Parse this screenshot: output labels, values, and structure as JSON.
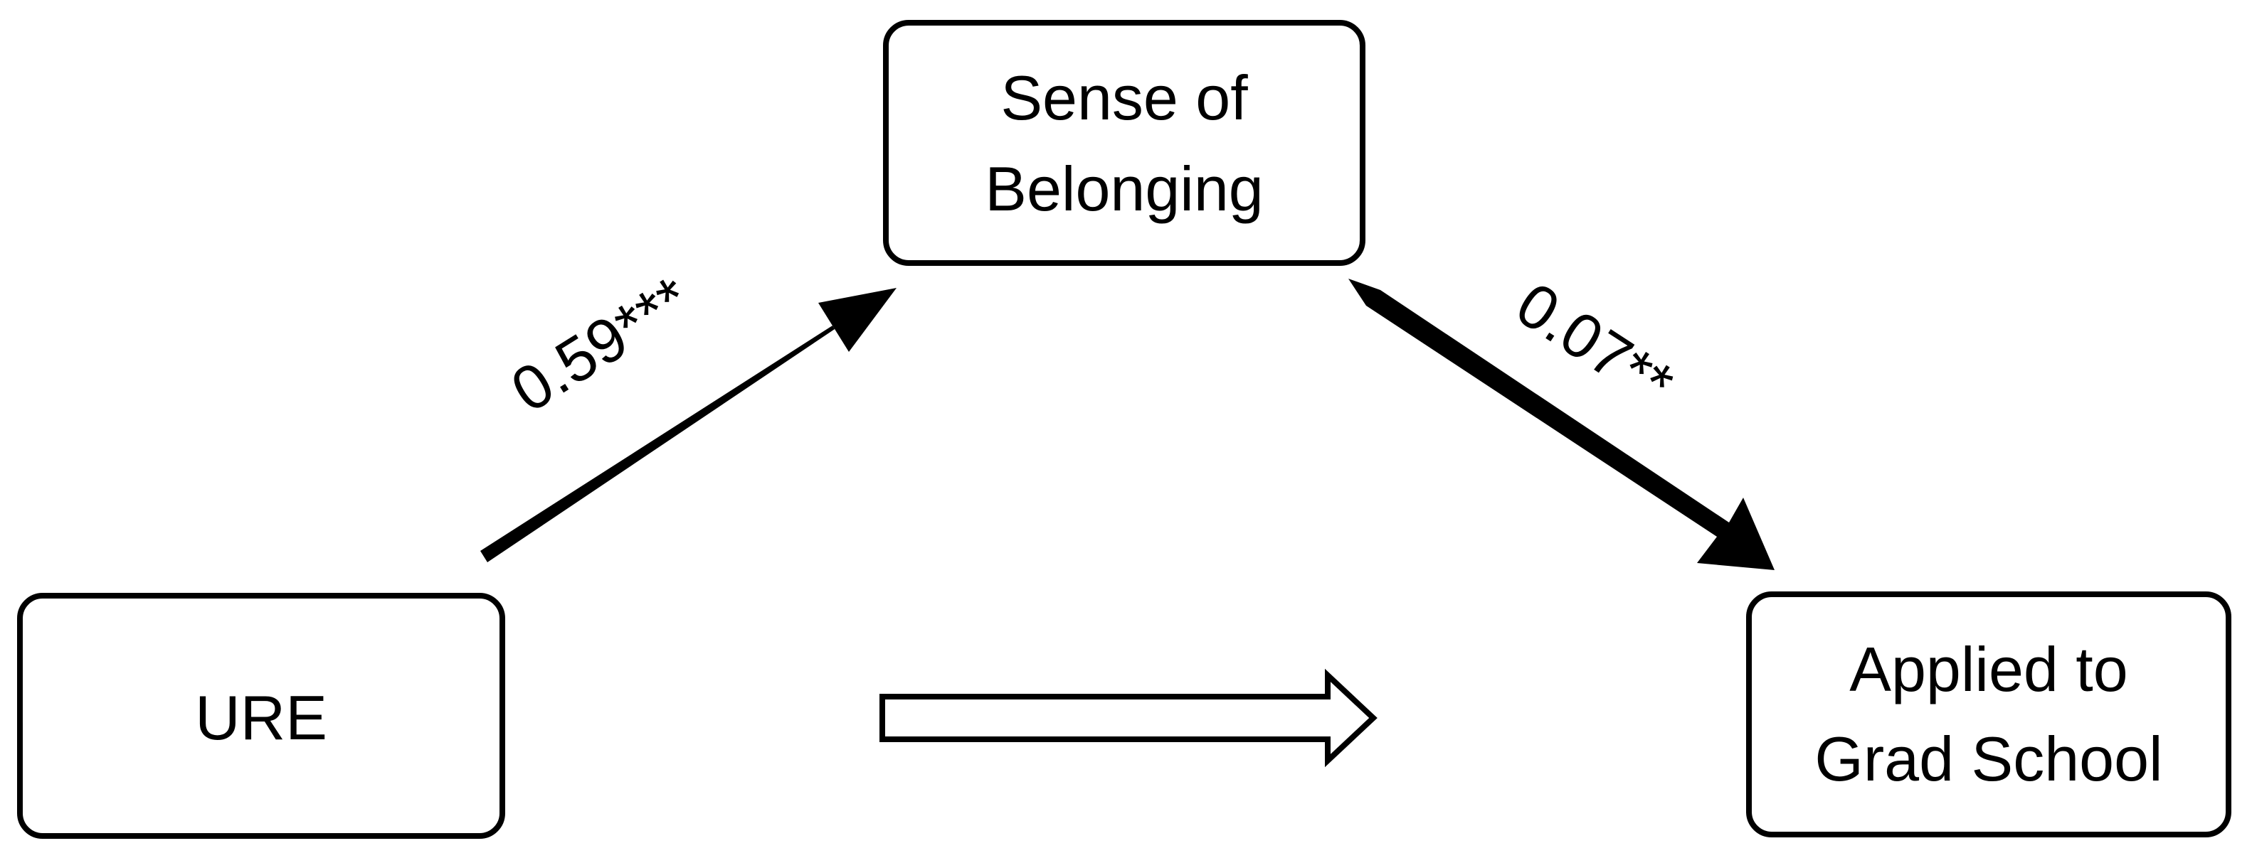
{
  "nodes": {
    "ure": {
      "label": "URE"
    },
    "belonging": {
      "label_line1": "Sense of",
      "label_line2": "Belonging"
    },
    "grad": {
      "label_line1": "Applied to",
      "label_line2": "Grad School"
    }
  },
  "edges": {
    "ure_to_belonging": {
      "coefficient": "0.59***"
    },
    "belonging_to_grad": {
      "coefficient": "0.07**"
    },
    "ure_to_grad": {
      "coefficient": ""
    }
  },
  "colors": {
    "stroke": "#000000",
    "fill_box": "#ffffff",
    "fill_arrow_solid": "#000000",
    "fill_arrow_hollow": "#ffffff"
  }
}
